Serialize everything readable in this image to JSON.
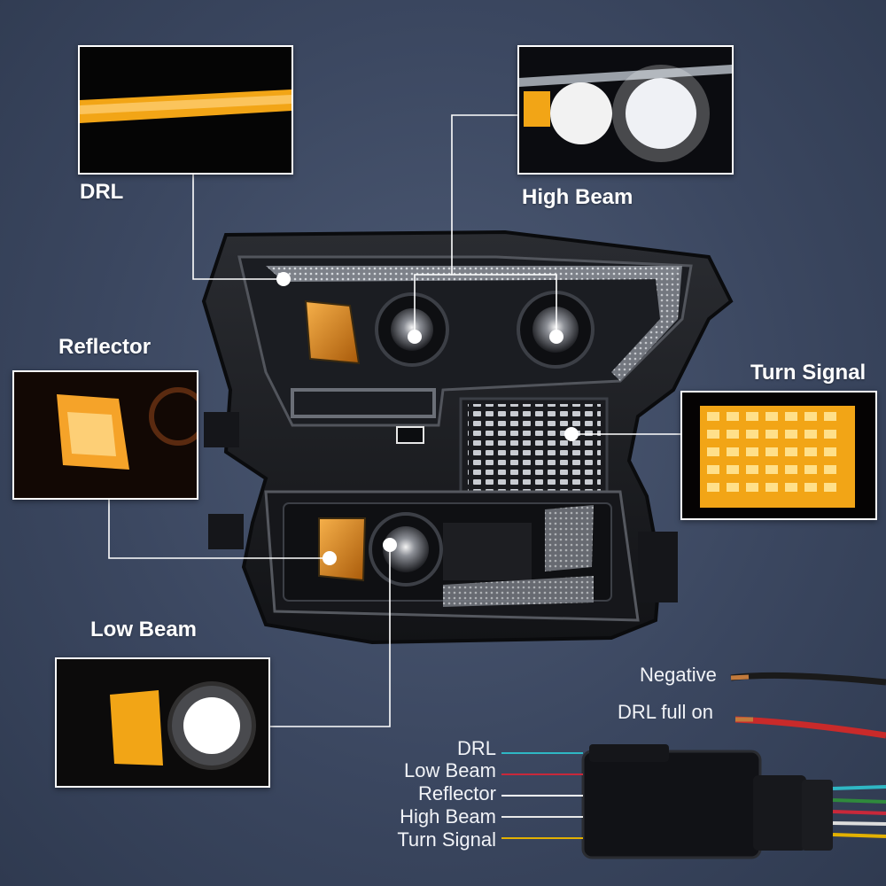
{
  "callouts": {
    "drl": "DRL",
    "high_beam": "High Beam",
    "reflector": "Reflector",
    "turn_signal": "Turn Signal",
    "low_beam": "Low Beam"
  },
  "wires": {
    "negative": "Negative",
    "drl_full_on": "DRL full on"
  },
  "connector_pins": [
    {
      "label": "DRL",
      "color": "#2fb7c4"
    },
    {
      "label": "Low Beam",
      "color": "#c8283a"
    },
    {
      "label": "Reflector",
      "color": "#ffffff"
    },
    {
      "label": "High Beam",
      "color": "#e9e9e9"
    },
    {
      "label": "Turn Signal",
      "color": "#e3b100"
    }
  ],
  "colors": {
    "background": "#3b4760",
    "amber": "#f2a516",
    "callout_line": "#ffffff"
  }
}
